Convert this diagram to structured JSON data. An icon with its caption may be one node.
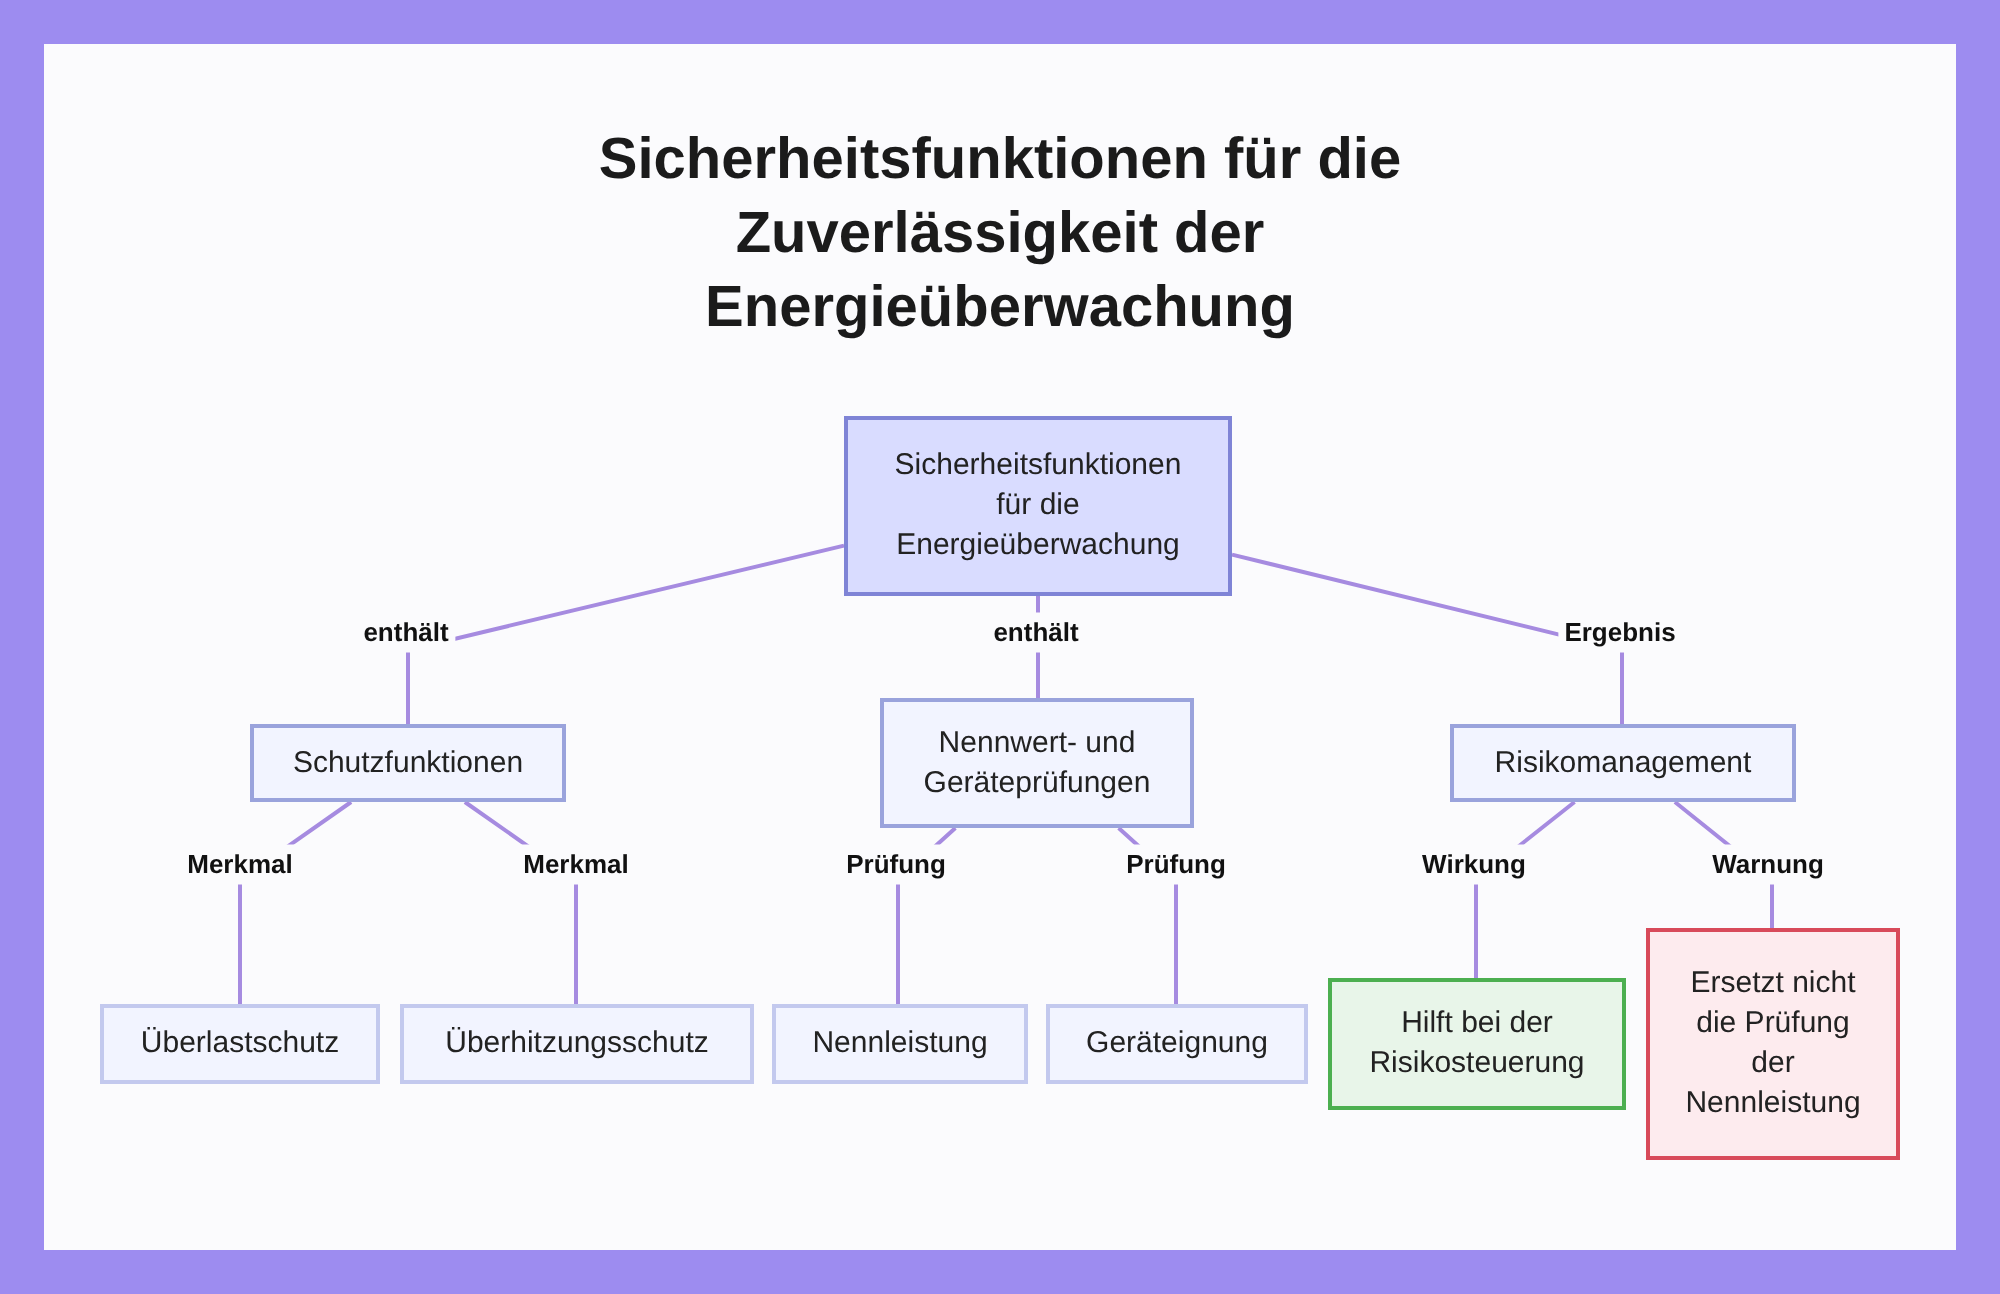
{
  "diagram": {
    "title": "Sicherheitsfunktionen für die Zuverlässigkeit der Energieüberwachung",
    "nodes": [
      {
        "text": [
          "Sicherheitsfunktionen für die Energieüberwachung"
        ]
      },
      {
        "text": [
          "Schutzfunktionen"
        ]
      },
      {
        "text": [
          "Nennwert- und Geräteprüfungen"
        ]
      },
      {
        "text": [
          "Risikomanagement"
        ]
      },
      {
        "text": [
          "Überlastschutz"
        ]
      },
      {
        "text": [
          "Überhitzungsschutz"
        ]
      },
      {
        "text": [
          "Nennleistung"
        ]
      },
      {
        "text": [
          "Geräteignung"
        ]
      },
      {
        "text": [
          "Hilft bei der Risikosteuerung"
        ]
      },
      {
        "text": [
          "Ersetzt nicht die Prüfung der Nennleistung"
        ]
      }
    ],
    "edges": [
      {
        "from": 0,
        "to": 1,
        "arrow": "none",
        "label": "enthält"
      },
      {
        "from": 0,
        "to": 2,
        "arrow": "none",
        "label": "enthält"
      },
      {
        "from": 0,
        "to": 3,
        "arrow": "none",
        "label": "Ergebnis"
      },
      {
        "from": 1,
        "to": 4,
        "arrow": "none",
        "label": "Merkmal"
      },
      {
        "from": 1,
        "to": 5,
        "arrow": "none",
        "label": "Merkmal"
      },
      {
        "from": 2,
        "to": 6,
        "arrow": "none",
        "label": "Prüfung"
      },
      {
        "from": 2,
        "to": 7,
        "arrow": "none",
        "label": "Prüfung"
      },
      {
        "from": 3,
        "to": 8,
        "arrow": "none",
        "label": "Wirkung"
      },
      {
        "from": 3,
        "to": 9,
        "arrow": "none",
        "label": "Warnung"
      }
    ]
  }
}
